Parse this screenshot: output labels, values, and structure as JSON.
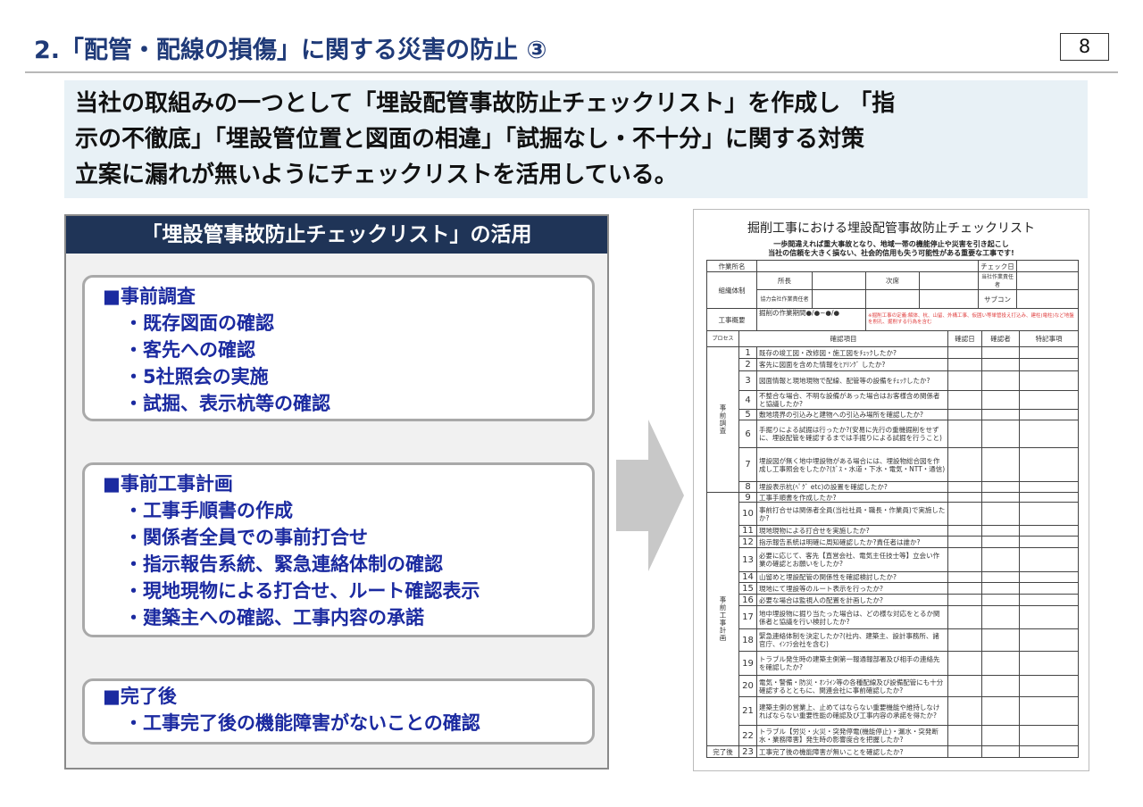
{
  "header": {
    "title": "2.「配管・配線の損傷」に関する災害の防止 ③",
    "page_number": "8"
  },
  "summary": {
    "lines": [
      "当社の取組みの一つとして「埋設配管事故防止チェックリスト」を作成し 「指",
      "示の不徹底」「埋設管位置と図面の相違」「試掘なし・不十分」に関する対策",
      "立案に漏れが無いようにチェックリストを活用している。"
    ]
  },
  "panel": {
    "title": "「埋設管事故防止チェックリスト」の活用",
    "sections": [
      {
        "heading": "■事前調査",
        "items": [
          "・既存図面の確認",
          "・客先への確認",
          "・5社照会の実施",
          "・試掘、表示杭等の確認"
        ]
      },
      {
        "heading": "■事前工事計画",
        "items": [
          "・工事手順書の作成",
          "・関係者全員での事前打合せ",
          "・指示報告系統、緊急連絡体制の確認",
          "・現地現物による打合せ、ルート確認表示",
          "・建築主への確認、工事内容の承諾"
        ]
      },
      {
        "heading": "■完了後",
        "items": [
          "・工事完了後の機能障害がないことの確認"
        ]
      }
    ]
  },
  "checklist": {
    "title": "掘削工事における埋設配管事故防止チェックリスト",
    "subtitle": [
      "一歩間違えれば重大事故となり、地域一帯の機能停止や災害を引き起こし",
      "当社の信頼を大きく損ない、社会的信用も失う可能性がある重要な工事です!"
    ],
    "site_name": "作業所名",
    "check_date": "チェック日",
    "org": "組織体制",
    "director": "所長",
    "deputy": "次席",
    "our_leader": "当社作業責任者",
    "partner_leader": "協力会社作業責任者",
    "subcon": "サブコン",
    "overview": "工事概要",
    "period": "掘削の作業期間●/●~●/●",
    "definition": "※掘削工事の定義:解体、杭、山留、外構工事、仮囲い等単管投え打込み、建柱(電柱)など地盤を削孔、掘削する行為を含む",
    "columns": [
      "プロセス",
      "確認項目",
      "確認日",
      "確認者",
      "特記事項"
    ],
    "groups": [
      "事前調査",
      "事前工事計画",
      "完了後"
    ],
    "items": [
      {
        "n": "1",
        "t": "既存の竣工図・改修図・施工図をﾁｪｯｸしたか?",
        "g": 0
      },
      {
        "n": "2",
        "t": "客先に図面を含めた情報をﾋｱﾘﾝｸﾞ したか?",
        "g": 0
      },
      {
        "n": "3",
        "t": "図面情報と現地現物で配線、配管等の設備をﾁｪｯｸしたか?",
        "g": 0
      },
      {
        "n": "4",
        "t": "不整合な場合、不明な設備があった場合はお客様含め関係者と協議したか?",
        "g": 0
      },
      {
        "n": "5",
        "t": "敷地境界の引込みと建物への引込み場所を確認したか?",
        "g": 0
      },
      {
        "n": "6",
        "t": "手掘りによる試掘は行ったか?(安易に先行の重機掘削をせずに、埋設配管を確認するまでは手掘りによる試掘を行うこと)",
        "g": 0
      },
      {
        "n": "7",
        "t": "埋設図が無く地中埋設物がある場合には、埋設物総合図を作成し工事照会をしたか?(ｶﾞｽ・水道・下水・電気・NTT・通信)",
        "g": 0
      },
      {
        "n": "8",
        "t": "埋設表示杭(ﾍﾟｸﾞ etc)の設置を確認したか?",
        "g": 0
      },
      {
        "n": "9",
        "t": "工事手順書を作成したか?",
        "g": 1
      },
      {
        "n": "10",
        "t": "事前打合せは関係者全員(当社社員・職長・作業員)で実施したか?",
        "g": 1
      },
      {
        "n": "11",
        "t": "現地現物による打合せを実施したか?",
        "g": 1
      },
      {
        "n": "12",
        "t": "指示報告系統は明確に周知確認したか?責任者は誰か?",
        "g": 1
      },
      {
        "n": "13",
        "t": "必要に応じて、客先【直営会社、電気主任技士等】立会い作業の確認とお願いをしたか?",
        "g": 1
      },
      {
        "n": "14",
        "t": "山留めと埋設配管の関係性を確認検討したか?",
        "g": 1
      },
      {
        "n": "15",
        "t": "現地にて埋設等のルート表示を行ったか?",
        "g": 1
      },
      {
        "n": "16",
        "t": "必要な場合は監視人の配置を計画したか?",
        "g": 1
      },
      {
        "n": "17",
        "t": "地中埋設物に掘り当たった場合は、どの様な対応をとるか関係者と協議を行い検討したか?",
        "g": 1
      },
      {
        "n": "18",
        "t": "緊急連絡体制を決定したか?(社内、建築主、設計事務所、諸官庁、ｲﾝﾌﾗ会社を含む)",
        "g": 1
      },
      {
        "n": "19",
        "t": "トラブル発生時の建築主側第一報通報部署及び相手の連絡先を確認したか?",
        "g": 1
      },
      {
        "n": "20",
        "t": "電気・警備・防災・ｵﾝﾗｲﾝ等の各種配線及び設備配管にも十分確認するとともに、関連会社に事前確認したか?",
        "g": 1
      },
      {
        "n": "21",
        "t": "建築主側の営業上、止めてはならない重要機能や維持しなければならない重要性能の確認及び工事内容の承諾を得たか?",
        "g": 1
      },
      {
        "n": "22",
        "t": "トラブル【労災・火災・突発停電(機能停止)・漏水・突発断水・業務障害】発生時の影響度合を把握したか?",
        "g": 1
      },
      {
        "n": "23",
        "t": "工事完了後の機能障害が無いことを確認したか?",
        "g": 2
      }
    ]
  },
  "colors": {
    "title": "#1f3a78",
    "panel_header": "#1f3457",
    "card_text": "#1b2aa0",
    "summary_bg": "#e8f1f6"
  }
}
